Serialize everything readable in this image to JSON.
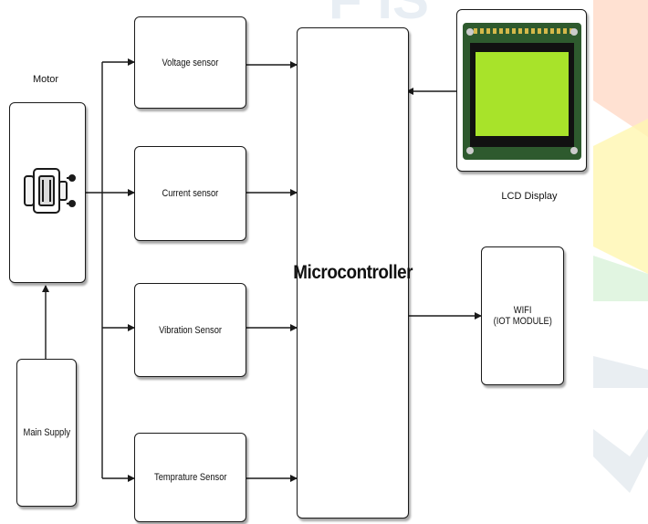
{
  "diagram": {
    "motor": {
      "label": "Motor"
    },
    "main_supply": {
      "label": "Main Supply"
    },
    "sensors": [
      {
        "label": "Voltage sensor"
      },
      {
        "label": "Current sensor"
      },
      {
        "label": "Vibration Sensor"
      },
      {
        "label": "Temprature Sensor"
      }
    ],
    "microcontroller": {
      "label": "Microcontroller"
    },
    "lcd": {
      "label": "LCD Display"
    },
    "wifi": {
      "line1": "WIFI",
      "line2": "(IOT MODULE)"
    }
  },
  "colors": {
    "line": "#1a1a1a",
    "lcd_screen": "#a8e32a",
    "lcd_board": "#2e5a2e",
    "watermark_orange": "#ffd9c7",
    "watermark_yellow": "#fff6b0",
    "watermark_green": "#d9f2d9",
    "watermark_gray": "#e9eef2"
  }
}
